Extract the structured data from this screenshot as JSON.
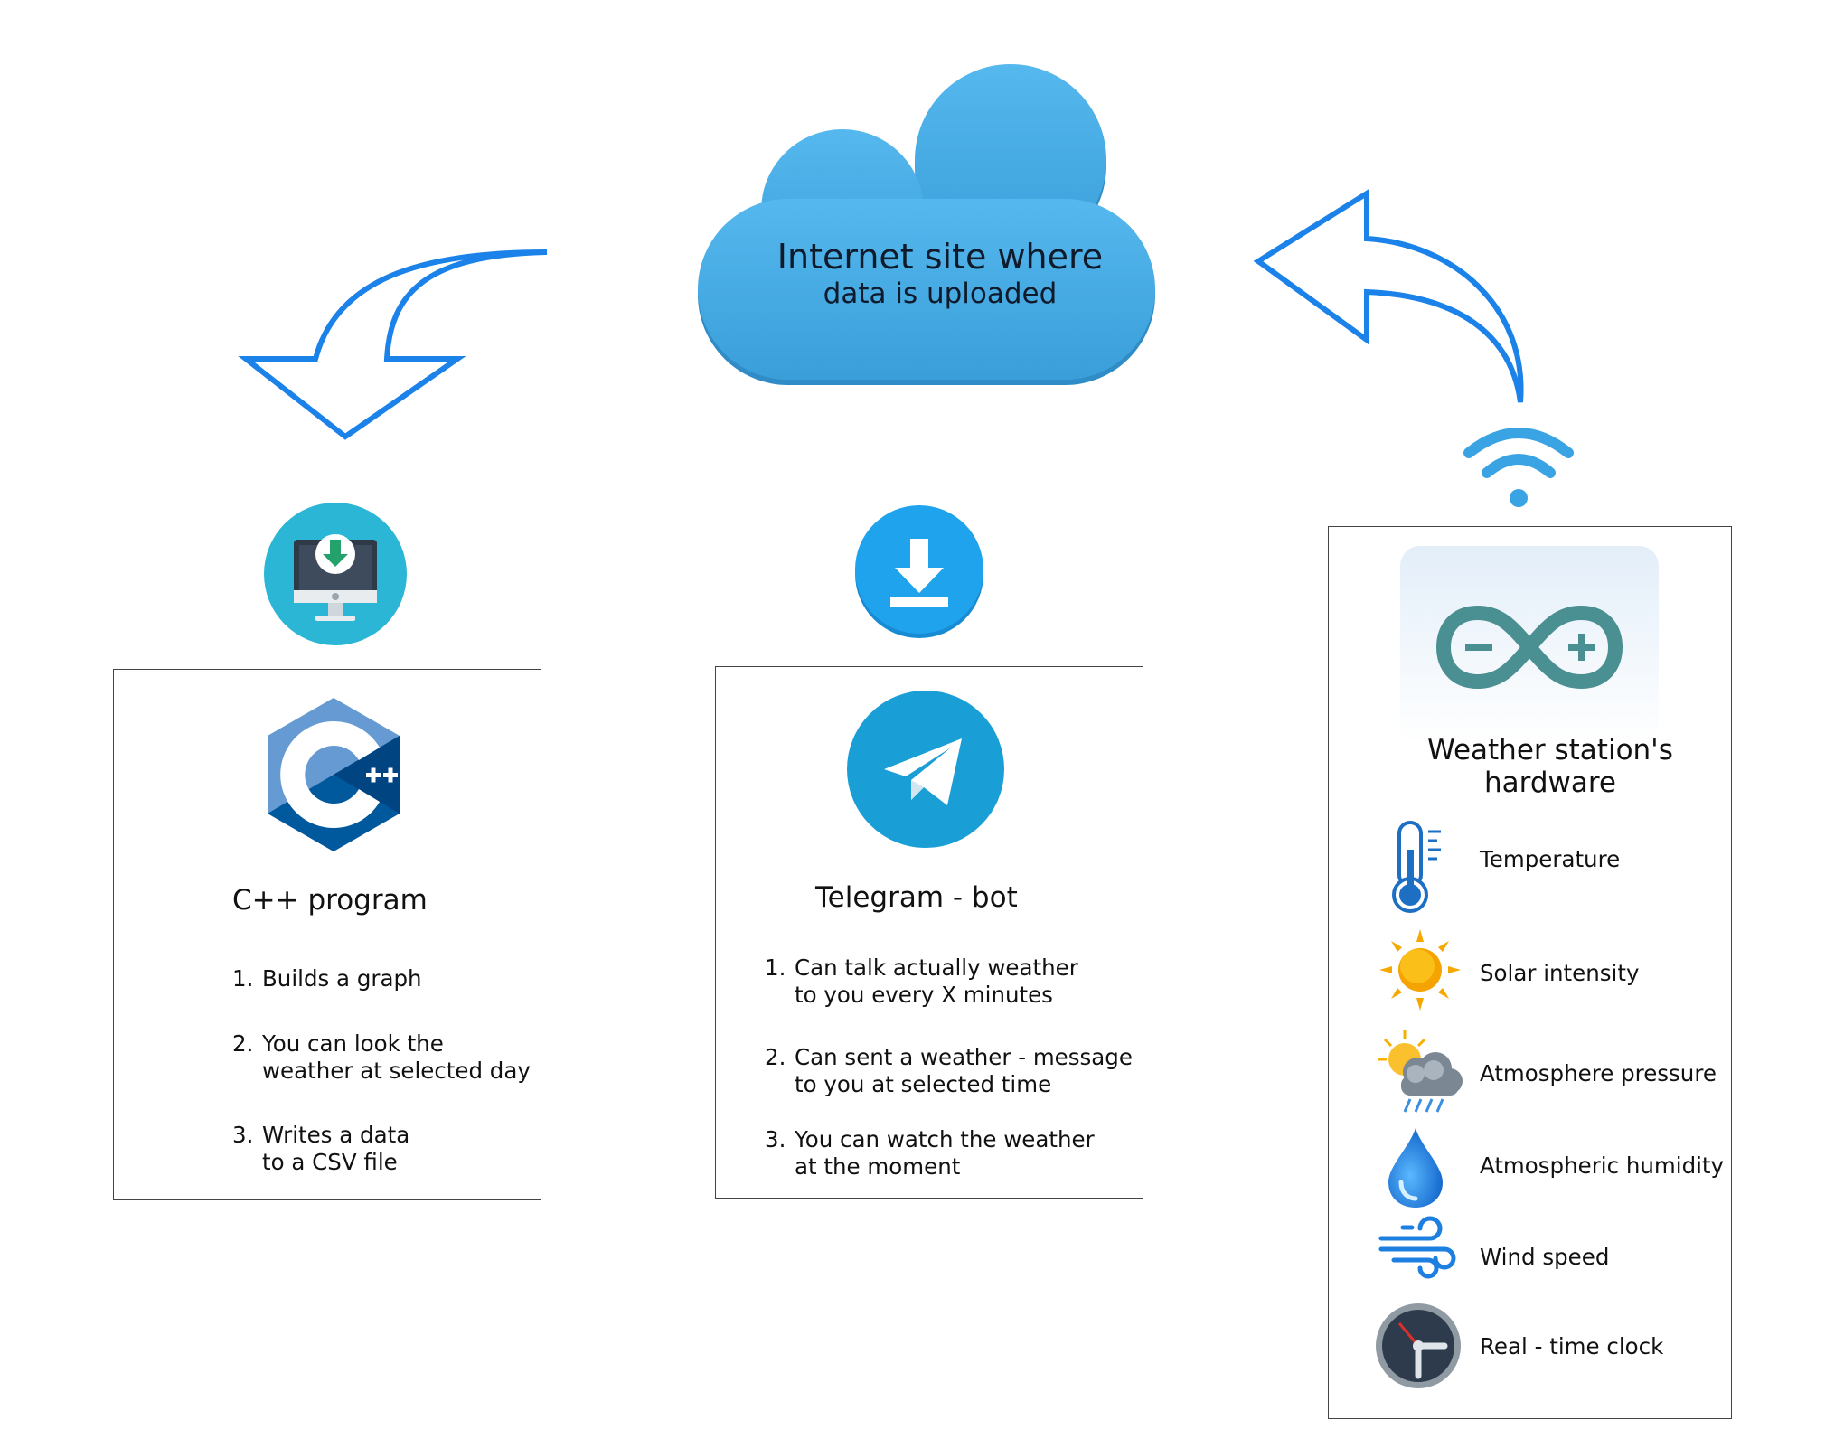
{
  "cloud": {
    "line1": "Internet site where",
    "line2": "data is uploaded",
    "color": "#42a9e0"
  },
  "cpp_card": {
    "title": "C++ program",
    "items": [
      {
        "num": "1.",
        "line1": "Builds a graph",
        "line2": ""
      },
      {
        "num": "2.",
        "line1": "You can look the",
        "line2": "weather at selected day"
      },
      {
        "num": "3.",
        "line1": "Writes a data",
        "line2": "to a CSV file"
      }
    ]
  },
  "telegram_card": {
    "title": "Telegram - bot",
    "items": [
      {
        "num": "1.",
        "line1": "Can talk actually weather",
        "line2": "to you  every X minutes"
      },
      {
        "num": "2.",
        "line1": "Can sent a weather - message",
        "line2": "to you at selected time"
      },
      {
        "num": "3.",
        "line1": "You can watch the weather",
        "line2": "at the moment"
      }
    ]
  },
  "hardware_card": {
    "title_line1": "Weather station's",
    "title_line2": "hardware",
    "sensors": [
      {
        "label": "Temperature",
        "icon": "thermometer-icon"
      },
      {
        "label": "Solar intensity",
        "icon": "sun-icon"
      },
      {
        "label": "Atmosphere pressure",
        "icon": "weather-cloud-icon"
      },
      {
        "label": "Atmospheric humidity",
        "icon": "water-drop-icon"
      },
      {
        "label": "Wind speed",
        "icon": "wind-icon"
      },
      {
        "label": "Real - time clock",
        "icon": "clock-icon"
      }
    ]
  },
  "colors": {
    "arrow_outline": "#1a82e8",
    "cpp_light": "#659ad2",
    "cpp_dark": "#00599c",
    "telegram": "#1a9ed6",
    "arduino_teal": "#4a8f92",
    "download_blue": "#1fa3ec",
    "monitor_circle": "#2bb6d6"
  }
}
